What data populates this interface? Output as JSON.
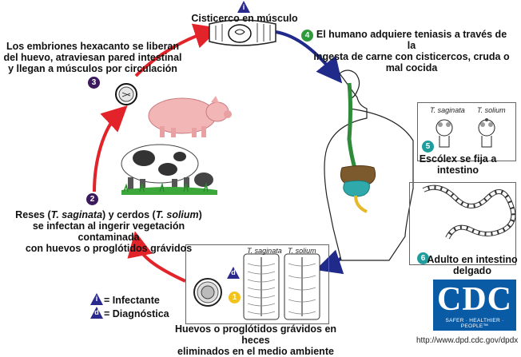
{
  "stages": {
    "s1": {
      "badge": "i",
      "label": "Cisticerco en músculo"
    },
    "s4": {
      "badge": "4",
      "line1": "El humano adquiere teniasis a través de la",
      "line2": "ingesta de carne con cisticercos, cruda o",
      "line3": "mal cocida"
    },
    "s3": {
      "badge": "3",
      "line1": "Los embriones hexacanto se liberan",
      "line2": "del huevo, atraviesan pared intestinal",
      "line3": "y llegan a músculos por circulación"
    },
    "s5": {
      "badge": "5",
      "label": "Escólex se fija a intestino"
    },
    "s2": {
      "badge": "2",
      "l1_a": "Reses (",
      "l1_b": "T. saginata",
      "l1_c": ") y cerdos (",
      "l1_d": "T. solium",
      "l1_e": ")",
      "line2": "se infectan al ingerir vegetación contaminada",
      "line3": "con huevos o proglótidos grávidos"
    },
    "s6": {
      "badge": "6",
      "line1": "Adulto en intestino",
      "line2": "delgado"
    },
    "s7": {
      "badge_d": "d",
      "badge_1": "1",
      "line1": "Huevos o proglótidos grávidos en heces",
      "line2": "eliminados en el medio ambiente"
    }
  },
  "species": {
    "saginata": "T. saginata",
    "solium": "T. solium"
  },
  "legend": {
    "infective": {
      "symbol": "i",
      "text": "= Infectante"
    },
    "diagnostic": {
      "symbol": "d",
      "text": "= Diagnóstica"
    }
  },
  "logo": {
    "text": "CDC",
    "tagline": "SAFER · HEALTHIER · PEOPLE™"
  },
  "url": "http://www.dpd.cdc.gov/dpdx",
  "colors": {
    "red_arrow": "#e3232a",
    "blue_arrow": "#1f2a8a",
    "badge_purple": "#3b1a5e",
    "badge_green": "#2f9a3a",
    "badge_teal": "#1f9c9c",
    "badge_yellow": "#f3c31c",
    "cdc_blue": "#0a5ba6"
  }
}
